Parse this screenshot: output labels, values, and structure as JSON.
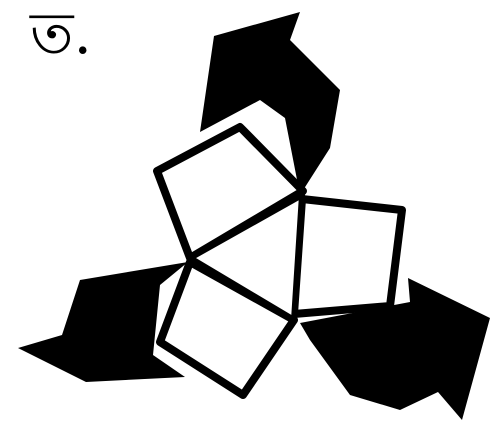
{
  "label": "ত.",
  "colors": {
    "foreground": "#000000",
    "background": "#ffffff"
  },
  "figure": {
    "arrows": 3,
    "squares": 3,
    "arrow_fill": "solid",
    "square_fill": "outline"
  }
}
